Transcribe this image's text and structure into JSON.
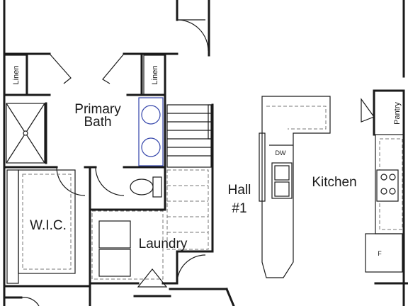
{
  "rooms": {
    "primary_bath": [
      "Primary",
      "Bath"
    ],
    "wic": "W.I.C.",
    "laundry": "Laundry",
    "hall": [
      "Hall",
      "#1"
    ],
    "kitchen": "Kitchen"
  },
  "closets": {
    "linen_left": "Linen",
    "linen_right": "Linen",
    "pantry": "Pantry"
  },
  "appliances": {
    "dishwasher": "DW",
    "fridge": "F"
  },
  "colors": {
    "wall": "#1a1a1a",
    "vanity": "#3344aa",
    "dash": "#777777"
  }
}
